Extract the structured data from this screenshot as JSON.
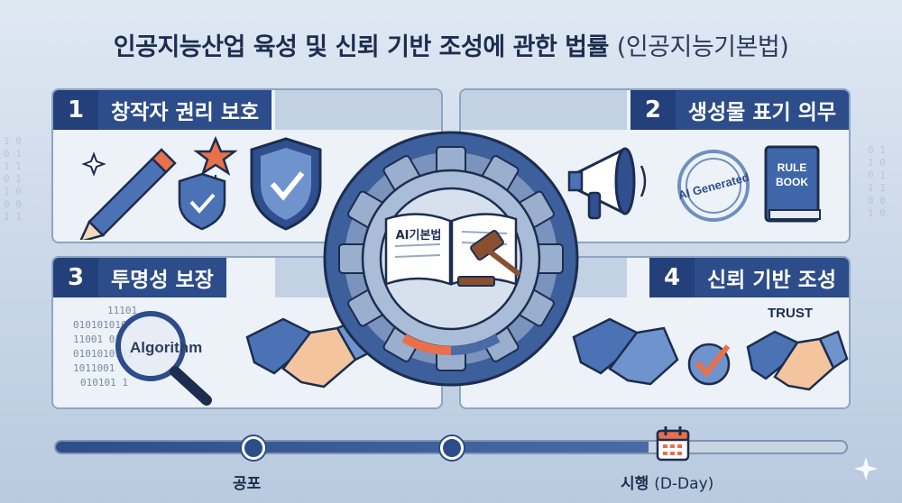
{
  "title": {
    "main": "인공지능산업 육성 및 신뢰 기반 조성에 관한 법률",
    "paren": "(인공지능기본법)"
  },
  "panels": [
    {
      "num": "1",
      "label": "창작자 권리 보호"
    },
    {
      "num": "2",
      "label": "생성물 표기 의무"
    },
    {
      "num": "3",
      "label": "투명성 보장"
    },
    {
      "num": "4",
      "label": "신뢰 기반 조성"
    }
  ],
  "illustrations": {
    "stamp_text": "AI Generated",
    "book_text_1": "RULE",
    "book_text_2": "BOOK",
    "algorithm_text": "Algorithm",
    "trust_text": "TRUST",
    "center_book_text": "AI기본법",
    "binary_lines": [
      "11101",
      "0101010101",
      "11001   01",
      "0101010101",
      "1011001",
      "010101   1"
    ]
  },
  "timeline": {
    "label_1": "공포",
    "label_2": "시행",
    "label_2_sub": "(D-Day)",
    "progress": 0.75
  },
  "colors": {
    "navy": "#24407a",
    "blue": "#2c4c8a",
    "accent": "#e8704a",
    "panel": "#edf2f8"
  },
  "icons": [
    "pencil-icon",
    "star-icon",
    "shield-check-icon",
    "megaphone-icon",
    "stamp-icon",
    "rule-book-icon",
    "magnifier-icon",
    "handshake-icon",
    "checkmark-icon",
    "calendar-icon",
    "gear-icon",
    "gavel-icon",
    "sparkle-icon"
  ]
}
